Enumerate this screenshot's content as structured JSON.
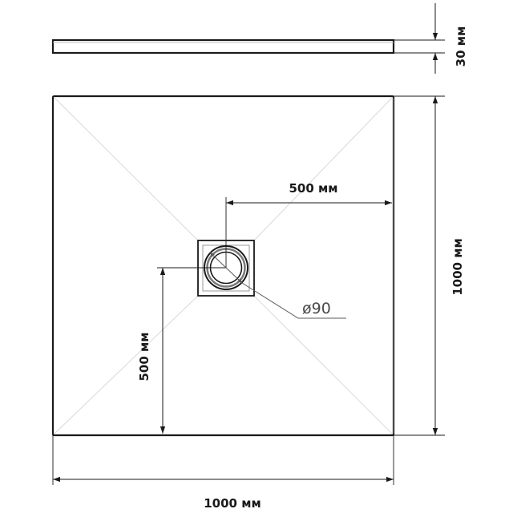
{
  "dimensions": {
    "thickness": "30 мм",
    "height": "1000 мм",
    "width": "1000 мм",
    "drain_offset_x": "500 мм",
    "drain_offset_y": "500 мм",
    "drain_diameter": "ø90"
  }
}
